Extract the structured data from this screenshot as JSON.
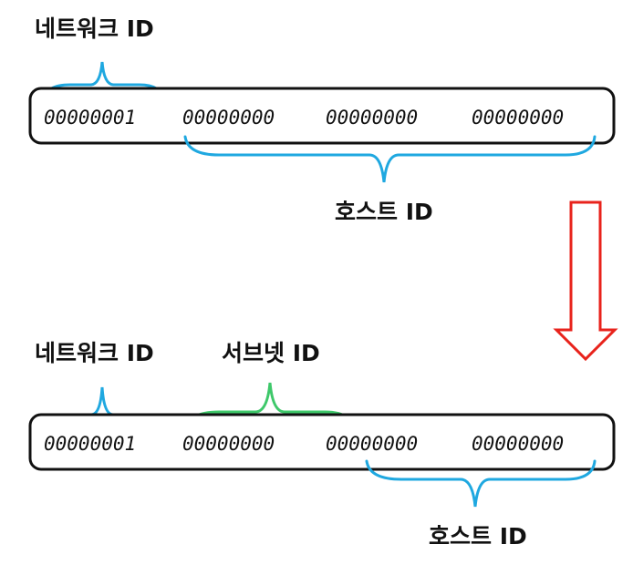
{
  "colors": {
    "network": "#1fa8e0",
    "subnet": "#3ec86a",
    "host": "#1fa8e0",
    "arrow": "#e8231c",
    "box": "#111111"
  },
  "before": {
    "network_label": "네트워크 ID",
    "host_label": "호스트 ID",
    "octets": [
      "00000001",
      "00000000",
      "00000000",
      "00000000"
    ]
  },
  "after": {
    "network_label": "네트워크 ID",
    "subnet_label": "서브넷 ID",
    "host_label": "호스트 ID",
    "octets": [
      "00000001",
      "00000000",
      "00000000",
      "00000000"
    ]
  }
}
